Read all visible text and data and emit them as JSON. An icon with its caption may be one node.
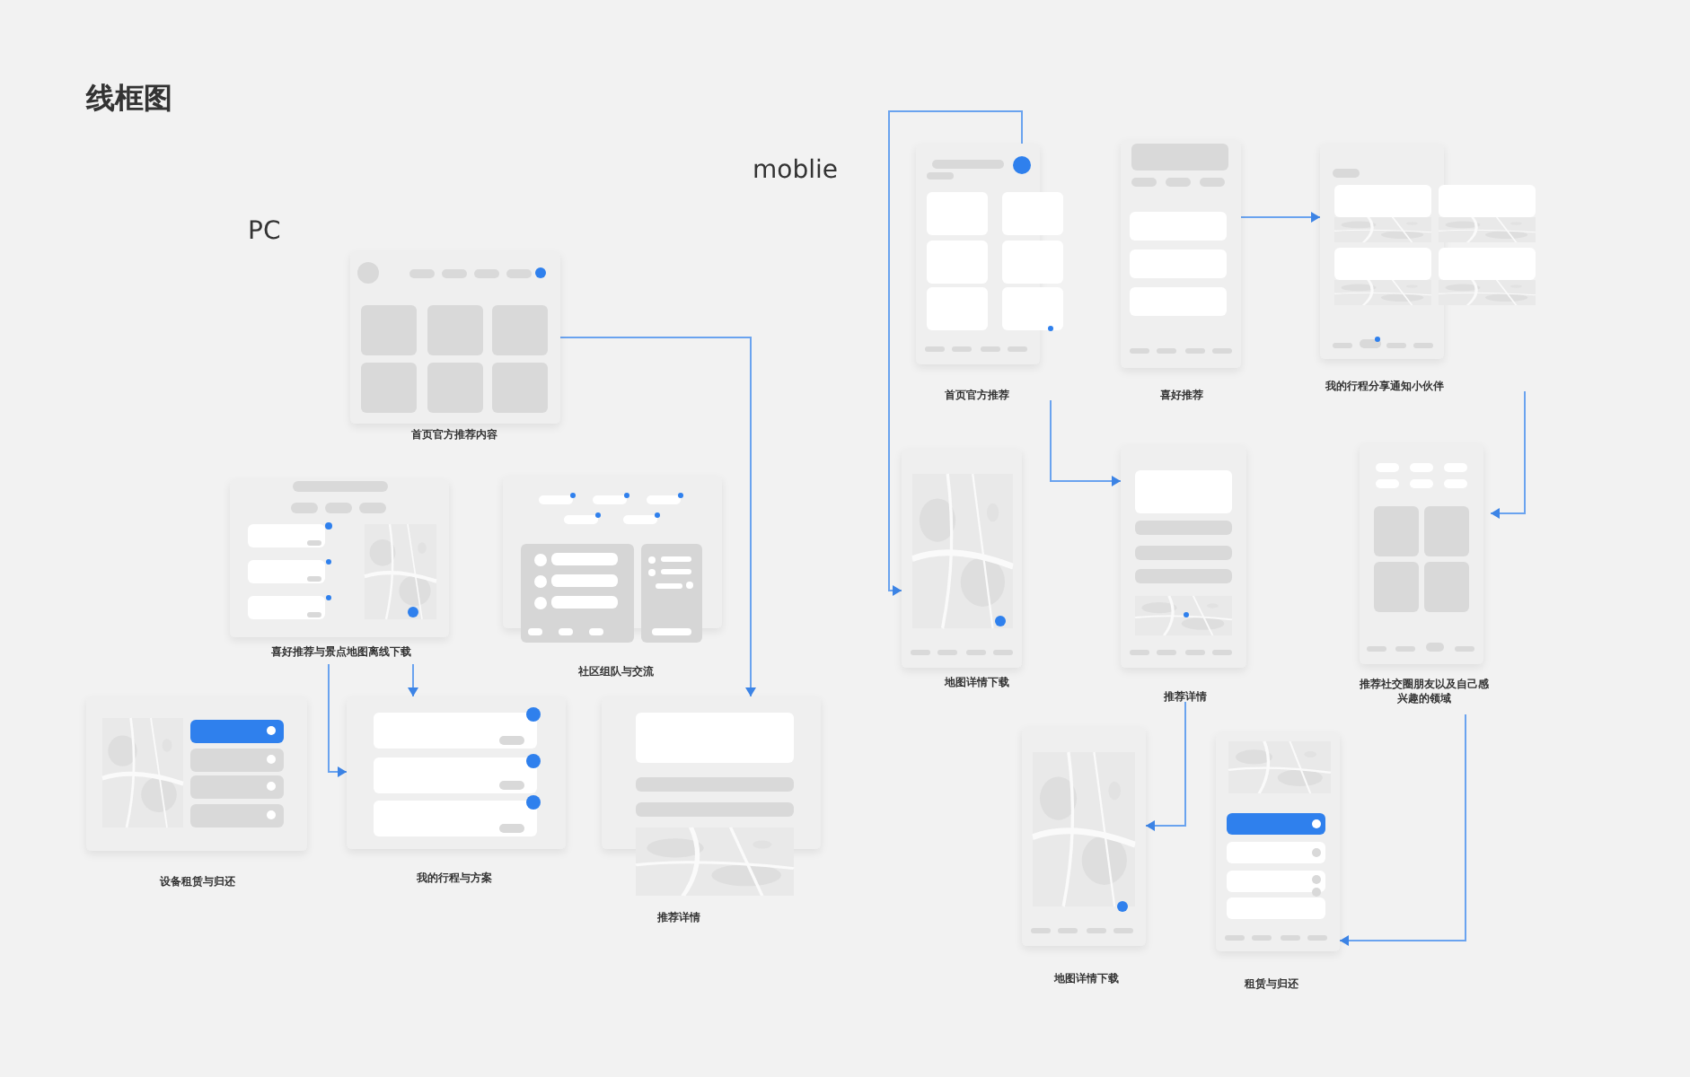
{
  "diagram": {
    "title": "线框图",
    "nodes": [
      {
        "text": [
          "首页官方推荐内容"
        ]
      },
      {
        "text": [
          "喜好推荐与景点地图离线下载"
        ]
      },
      {
        "text": [
          "社区组队与交流"
        ]
      },
      {
        "text": [
          "设备租赁与归还"
        ]
      },
      {
        "text": [
          "我的行程与方案"
        ]
      },
      {
        "text": [
          "推荐详情"
        ]
      },
      {
        "text": [
          "首页官方推荐"
        ]
      },
      {
        "text": [
          "喜好推荐"
        ]
      },
      {
        "text": [
          "我的行程分享通知小伙伴"
        ]
      },
      {
        "text": [
          "地图详情下载"
        ]
      },
      {
        "text": [
          "推荐详情"
        ]
      },
      {
        "text": [
          "推荐社交圈朋友以及自己感兴趣的领域"
        ]
      },
      {
        "text": [
          "地图详情下载"
        ]
      },
      {
        "text": [
          "租赁与归还"
        ]
      }
    ],
    "edges": [
      {
        "from": 0,
        "to": 5,
        "arrow": "to"
      },
      {
        "from": 1,
        "to": 4,
        "arrow": "to"
      },
      {
        "from": 1,
        "to": 4,
        "arrow": "to"
      },
      {
        "from": 6,
        "to": 9,
        "arrow": "to"
      },
      {
        "from": 6,
        "to": 10,
        "arrow": "to"
      },
      {
        "from": 7,
        "to": 8,
        "arrow": "to"
      },
      {
        "from": 8,
        "to": 11,
        "arrow": "to"
      },
      {
        "from": 10,
        "to": 12,
        "arrow": "to"
      },
      {
        "from": 11,
        "to": 13,
        "arrow": "to"
      }
    ],
    "labels": [
      "moblie",
      "PC"
    ]
  }
}
